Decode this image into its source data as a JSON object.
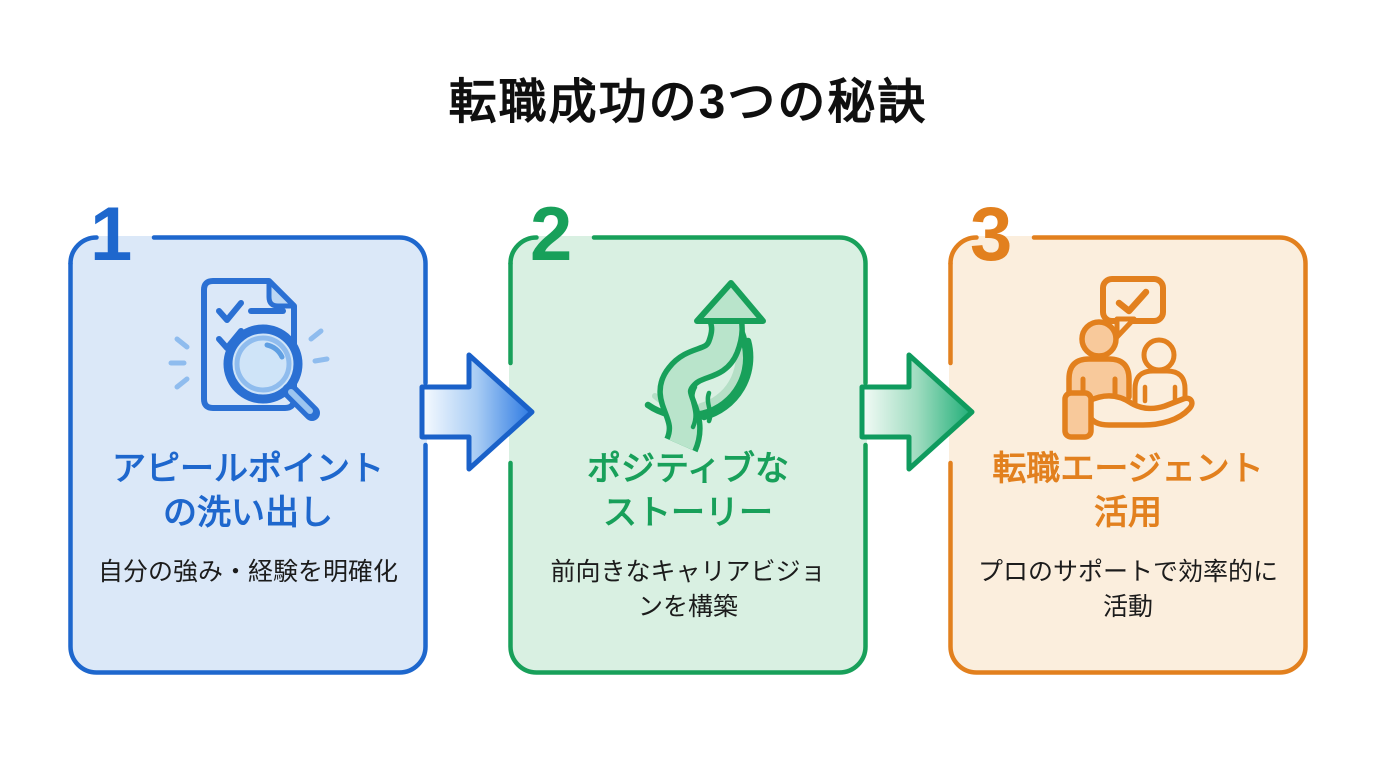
{
  "page": {
    "title": "転職成功の3つの秘訣",
    "title_color": "#0f0f0f",
    "background": "#ffffff",
    "subtitle_color": "#1c1c1c"
  },
  "cards": [
    {
      "number": "1",
      "title_lines": [
        "アピールポイント",
        "の洗い出し"
      ],
      "subtitle_lines": [
        "自分の強み・経験を明確化",
        ""
      ],
      "icon": "document-search-icon",
      "accent_color": "#1e67cd",
      "bg_color": "#dbe8f8"
    },
    {
      "number": "2",
      "title_lines": [
        "ポジティブな",
        "ストーリー"
      ],
      "subtitle_lines": [
        "前向きなキャリアビジョ",
        "ンを構築"
      ],
      "icon": "career-path-arrow-icon",
      "accent_color": "#18a05a",
      "bg_color": "#d9f0e2"
    },
    {
      "number": "3",
      "title_lines": [
        "転職エージェント",
        "活用"
      ],
      "subtitle_lines": [
        "プロのサポートで効率的に",
        "活動"
      ],
      "icon": "agent-support-icon",
      "accent_color": "#e2801e",
      "bg_color": "#fbeedd"
    }
  ],
  "arrows": [
    {
      "name": "arrow-step-1-to-2",
      "color_start": "#f7fbff",
      "color_mid": "#a8ccf4",
      "color_end": "#2c79e2",
      "stroke": "#1a61c9"
    },
    {
      "name": "arrow-step-2-to-3",
      "color_start": "#f4fbf7",
      "color_mid": "#9fdcc0",
      "color_end": "#1fae77",
      "stroke": "#0f9b5e"
    }
  ]
}
